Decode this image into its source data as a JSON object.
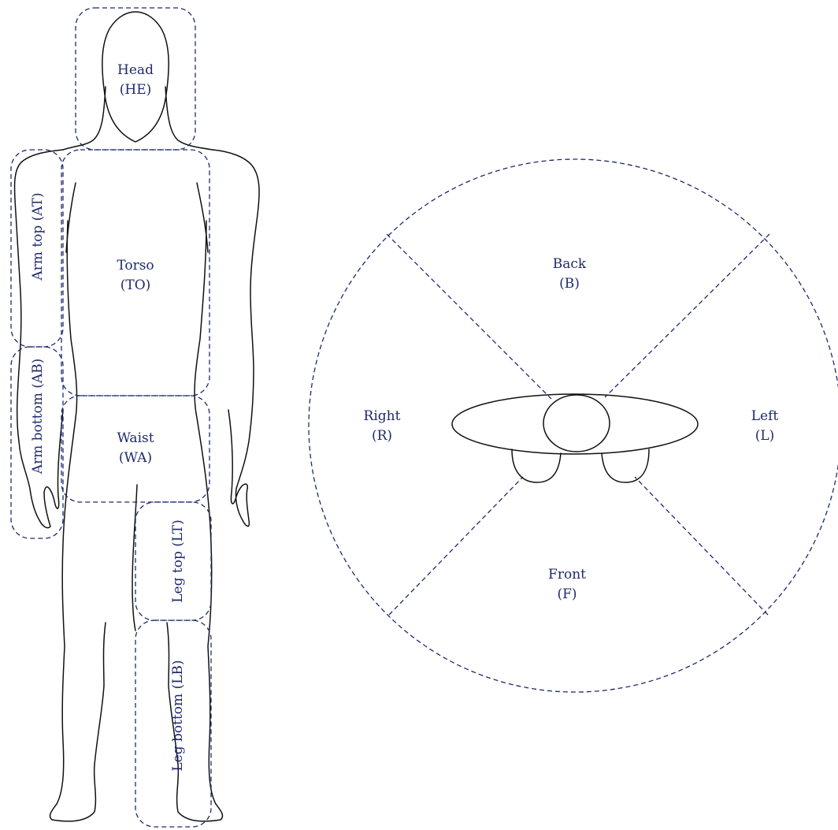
{
  "colors": {
    "outline": "#111111",
    "zone": "#1f2a6b",
    "label": "#1f2a6b"
  },
  "body_regions": {
    "head": {
      "name": "Head",
      "code": "(HE)"
    },
    "torso": {
      "name": "Torso",
      "code": "(TO)"
    },
    "waist": {
      "name": "Waist",
      "code": "(WA)"
    },
    "arm_top": {
      "label": "Arm top (AT)"
    },
    "arm_bottom": {
      "label": "Arm bottom (AB)"
    },
    "leg_top": {
      "label": "Leg top (LT)"
    },
    "leg_bottom": {
      "label": "Leg bottom (LB)"
    }
  },
  "directions": {
    "back": {
      "name": "Back",
      "code": "(B)"
    },
    "right": {
      "name": "Right",
      "code": "(R)"
    },
    "left": {
      "name": "Left",
      "code": "(L)"
    },
    "front": {
      "name": "Front",
      "code": "(F)"
    }
  }
}
